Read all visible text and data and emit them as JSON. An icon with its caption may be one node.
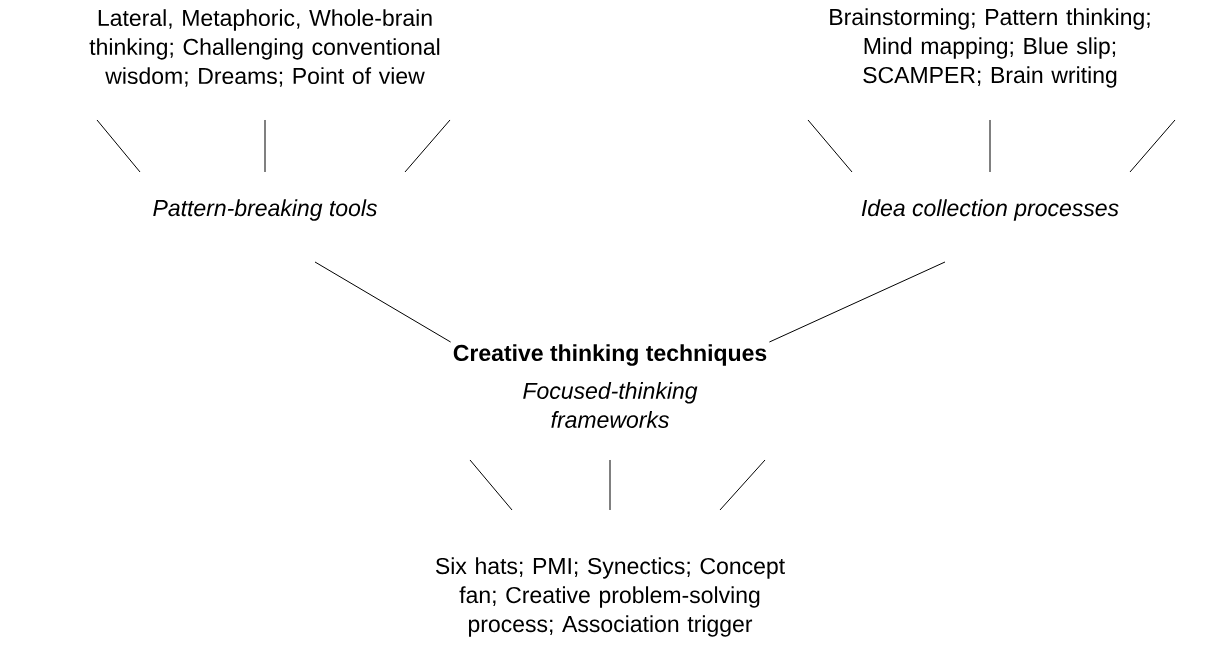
{
  "diagram": {
    "nodes": [
      {
        "text": [
          "Lateral, Metaphoric, Whole-brain thinking; Challenging conventional wisdom; Dreams; Point of view"
        ]
      },
      {
        "text": [
          "Pattern-breaking tools"
        ]
      },
      {
        "text": [
          "Brainstorming; Pattern thinking; Mind mapping; Blue slip; SCAMPER; Brain writing"
        ]
      },
      {
        "text": [
          "Idea collection processes"
        ]
      },
      {
        "text": [
          "Creative thinking techniques"
        ]
      },
      {
        "text": [
          "Focused-thinking frameworks"
        ]
      },
      {
        "text": [
          "Six hats; PMI; Synectics; Concept fan; Creative problem-solving process; Association trigger"
        ]
      }
    ],
    "edges": [
      {
        "from": 0,
        "to": 1,
        "arrow": "none"
      },
      {
        "from": 0,
        "to": 1,
        "arrow": "none"
      },
      {
        "from": 0,
        "to": 1,
        "arrow": "none"
      },
      {
        "from": 2,
        "to": 3,
        "arrow": "none"
      },
      {
        "from": 2,
        "to": 3,
        "arrow": "none"
      },
      {
        "from": 2,
        "to": 3,
        "arrow": "none"
      },
      {
        "from": 1,
        "to": 4,
        "arrow": "none"
      },
      {
        "from": 3,
        "to": 4,
        "arrow": "none"
      },
      {
        "from": 5,
        "to": 6,
        "arrow": "none"
      },
      {
        "from": 5,
        "to": 6,
        "arrow": "none"
      },
      {
        "from": 5,
        "to": 6,
        "arrow": "none"
      }
    ]
  }
}
